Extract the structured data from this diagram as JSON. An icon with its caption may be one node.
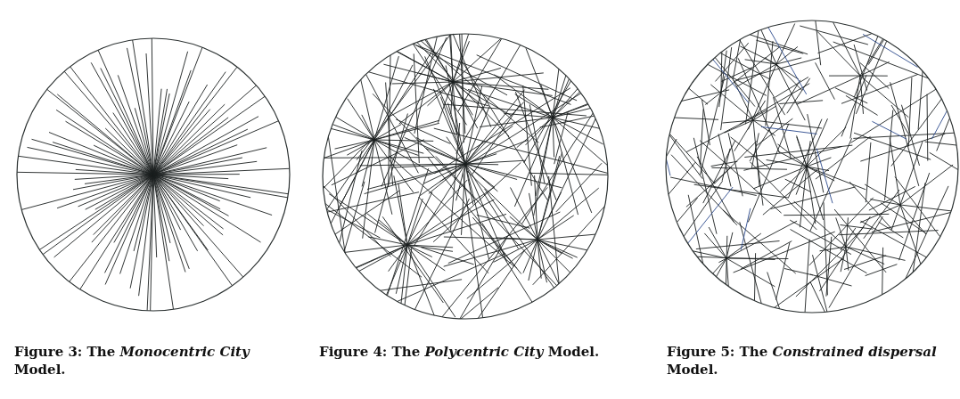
{
  "diagram": {
    "labels": [
      "Figure 3: The *Monocentric City* Model.",
      "Figure 4: The *Polycentric City* Model.",
      "Figure 5: The *Constrained dispersal* Model."
    ]
  }
}
